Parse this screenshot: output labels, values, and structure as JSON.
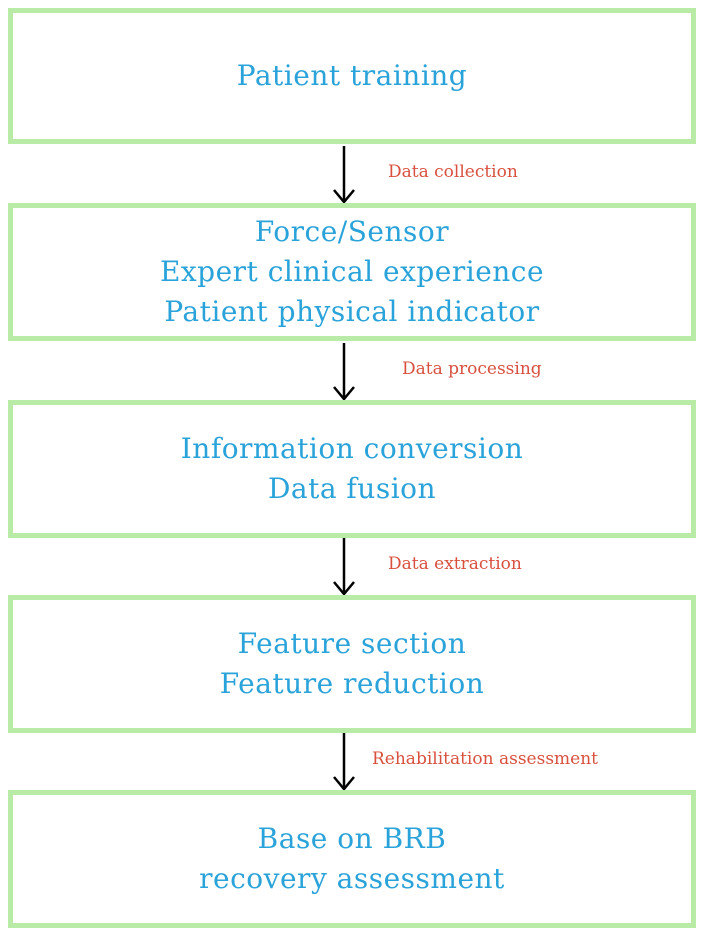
{
  "colors": {
    "box_border": "#b8eba6",
    "box_text": "#29a3d9",
    "label_text": "#d9503f",
    "arrow": "#000000"
  },
  "boxes": [
    {
      "lines": [
        "Patient training"
      ]
    },
    {
      "lines": [
        "Force/Sensor",
        "Expert clinical experience",
        "Patient physical indicator"
      ]
    },
    {
      "lines": [
        "Information conversion",
        "Data fusion"
      ]
    },
    {
      "lines": [
        "Feature section",
        "Feature reduction"
      ]
    },
    {
      "lines": [
        "Base on BRB",
        "recovery assessment"
      ]
    }
  ],
  "arrows": [
    {
      "label": "Data collection"
    },
    {
      "label": "Data processing"
    },
    {
      "label": "Data extraction"
    },
    {
      "label": "Rehabilitation assessment"
    }
  ]
}
